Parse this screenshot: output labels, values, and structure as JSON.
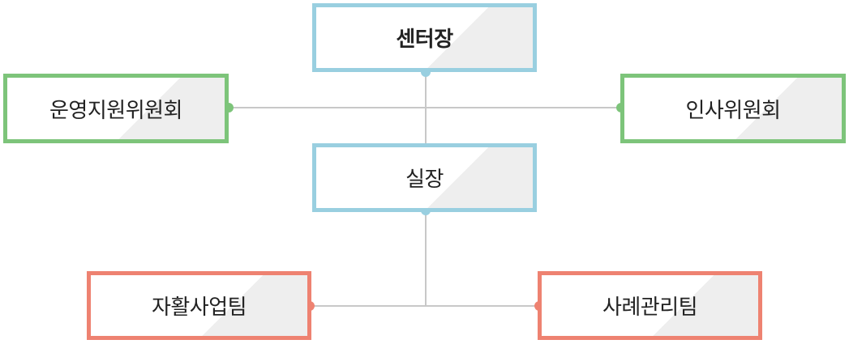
{
  "colors": {
    "blue": "#99cfe0",
    "green": "#7dc47a",
    "red": "#ee8271",
    "connector": "#c8c8c8"
  },
  "nodes": {
    "director": {
      "label": "센터장"
    },
    "operations_committee": {
      "label": "운영지원위원회"
    },
    "hr_committee": {
      "label": "인사위원회"
    },
    "office_head": {
      "label": "실장"
    },
    "self_sufficiency_team": {
      "label": "자활사업팀"
    },
    "case_management_team": {
      "label": "사례관리팀"
    }
  }
}
